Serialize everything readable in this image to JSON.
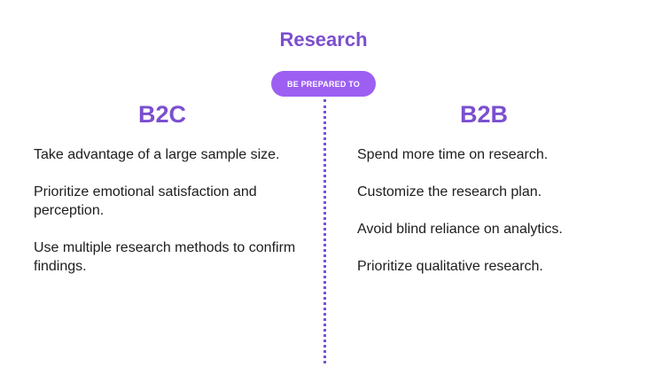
{
  "title": "Research",
  "badge": "BE PREPARED TO",
  "colors": {
    "accent": "#7b4fcf",
    "badge_bg": "#9c5ff2",
    "text": "#1d1d1f"
  },
  "left": {
    "heading": "B2C",
    "items": [
      "Take advantage of a large sample size.",
      "Prioritize emotional satisfaction and perception.",
      "Use multiple research methods to confirm findings."
    ]
  },
  "right": {
    "heading": "B2B",
    "items": [
      "Spend more time on research.",
      "Customize the research plan.",
      "Avoid blind reliance on analytics.",
      "Prioritize qualitative research."
    ]
  }
}
